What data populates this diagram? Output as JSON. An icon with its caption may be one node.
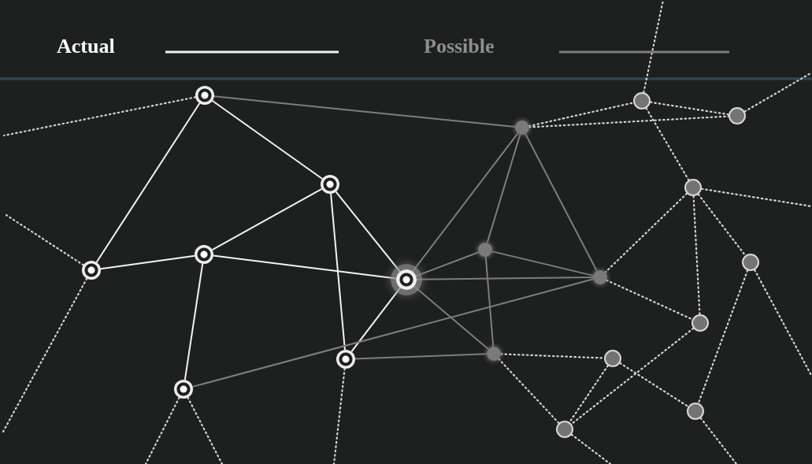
{
  "diagram": {
    "nodes": [
      {
        "text": [],
        "shape": "circle"
      },
      {
        "text": [],
        "shape": "circle"
      },
      {
        "text": [],
        "shape": "circle"
      },
      {
        "text": [],
        "shape": "circle"
      },
      {
        "text": [],
        "shape": "circle"
      },
      {
        "text": [],
        "shape": "circle"
      },
      {
        "text": [],
        "shape": "circle"
      },
      {
        "text": [],
        "shape": "circle"
      },
      {
        "text": [],
        "shape": "circle"
      },
      {
        "text": [],
        "shape": "circle"
      },
      {
        "text": [],
        "shape": "circle"
      },
      {
        "text": [],
        "shape": "circle"
      },
      {
        "text": [],
        "shape": "circle"
      },
      {
        "text": [],
        "shape": "circle"
      },
      {
        "text": [],
        "shape": "circle"
      },
      {
        "text": [],
        "shape": "circle"
      },
      {
        "text": [],
        "shape": "circle"
      },
      {
        "text": [],
        "shape": "circle"
      },
      {
        "text": [],
        "shape": "circle"
      }
    ],
    "edges": [
      {
        "from": 0,
        "to": 4,
        "arrow": "none",
        "color": "#f2f2f2"
      },
      {
        "from": 0,
        "to": 9,
        "arrow": "none",
        "color": "#f2f2f2"
      },
      {
        "from": 9,
        "to": 7,
        "arrow": "none",
        "color": "#f2f2f2"
      },
      {
        "from": 7,
        "to": 4,
        "arrow": "none",
        "color": "#f2f2f2"
      },
      {
        "from": 7,
        "to": 11,
        "arrow": "none",
        "color": "#f2f2f2"
      },
      {
        "from": 4,
        "to": 11,
        "arrow": "none",
        "color": "#f2f2f2"
      },
      {
        "from": 4,
        "to": 15,
        "arrow": "none",
        "color": "#f2f2f2"
      },
      {
        "from": 11,
        "to": 15,
        "arrow": "none",
        "color": "#f2f2f2"
      },
      {
        "from": 7,
        "to": 16,
        "arrow": "none",
        "color": "#f2f2f2"
      },
      {
        "from": 0,
        "to": 3,
        "arrow": "none",
        "color": "#7d7d7d"
      },
      {
        "from": 11,
        "to": 3,
        "arrow": "none",
        "color": "#7d7d7d"
      },
      {
        "from": 11,
        "to": 6,
        "arrow": "none",
        "color": "#7d7d7d"
      },
      {
        "from": 11,
        "to": 10,
        "arrow": "none",
        "color": "#7d7d7d"
      },
      {
        "from": 11,
        "to": 13,
        "arrow": "none",
        "color": "#7d7d7d"
      },
      {
        "from": 6,
        "to": 3,
        "arrow": "none",
        "color": "#7d7d7d"
      },
      {
        "from": 3,
        "to": 10,
        "arrow": "none",
        "color": "#7d7d7d"
      },
      {
        "from": 6,
        "to": 10,
        "arrow": "none",
        "color": "#7d7d7d"
      },
      {
        "from": 6,
        "to": 13,
        "arrow": "none",
        "color": "#7d7d7d"
      },
      {
        "from": 16,
        "to": 10,
        "arrow": "none",
        "color": "#7d7d7d"
      },
      {
        "from": 15,
        "to": 13,
        "arrow": "none",
        "color": "#7d7d7d"
      },
      {
        "from": 0,
        "to": null,
        "arrow": "none",
        "style": "dashed"
      },
      {
        "from": 9,
        "to": null,
        "arrow": "none",
        "style": "dashed"
      },
      {
        "from": 9,
        "to": null,
        "arrow": "none",
        "style": "dashed"
      },
      {
        "from": 16,
        "to": null,
        "arrow": "none",
        "style": "dashed"
      },
      {
        "from": 16,
        "to": null,
        "arrow": "none",
        "style": "dashed"
      },
      {
        "from": 15,
        "to": null,
        "arrow": "none",
        "style": "dashed"
      },
      {
        "from": 1,
        "to": null,
        "arrow": "none",
        "style": "dashed"
      },
      {
        "from": 3,
        "to": 1,
        "arrow": "none",
        "style": "dashed"
      },
      {
        "from": 3,
        "to": 2,
        "arrow": "none",
        "style": "dashed"
      },
      {
        "from": 1,
        "to": 2,
        "arrow": "none",
        "style": "dashed"
      },
      {
        "from": 1,
        "to": 5,
        "arrow": "none",
        "style": "dashed"
      },
      {
        "from": 2,
        "to": null,
        "arrow": "none",
        "style": "dashed"
      },
      {
        "from": 5,
        "to": null,
        "arrow": "none",
        "style": "dashed"
      },
      {
        "from": 5,
        "to": 10,
        "arrow": "none",
        "style": "dashed"
      },
      {
        "from": 5,
        "to": 12,
        "arrow": "none",
        "style": "dashed"
      },
      {
        "from": 5,
        "to": 8,
        "arrow": "none",
        "style": "dashed"
      },
      {
        "from": 10,
        "to": 12,
        "arrow": "none",
        "style": "dashed"
      },
      {
        "from": 13,
        "to": 14,
        "arrow": "none",
        "style": "dashed"
      },
      {
        "from": 13,
        "to": 18,
        "arrow": "none",
        "style": "dashed"
      },
      {
        "from": 14,
        "to": 18,
        "arrow": "none",
        "style": "dashed"
      },
      {
        "from": 12,
        "to": 18,
        "arrow": "none",
        "style": "dashed"
      },
      {
        "from": 14,
        "to": 17,
        "arrow": "none",
        "style": "dashed"
      },
      {
        "from": 8,
        "to": 17,
        "arrow": "none",
        "style": "dashed"
      },
      {
        "from": 8,
        "to": null,
        "arrow": "none",
        "style": "dashed"
      },
      {
        "from": 17,
        "to": null,
        "arrow": "none",
        "style": "dashed"
      },
      {
        "from": 18,
        "to": null,
        "arrow": "none",
        "style": "dashed"
      }
    ],
    "legend": [
      {
        "text": "Actual"
      },
      {
        "text": "Possible"
      }
    ]
  }
}
